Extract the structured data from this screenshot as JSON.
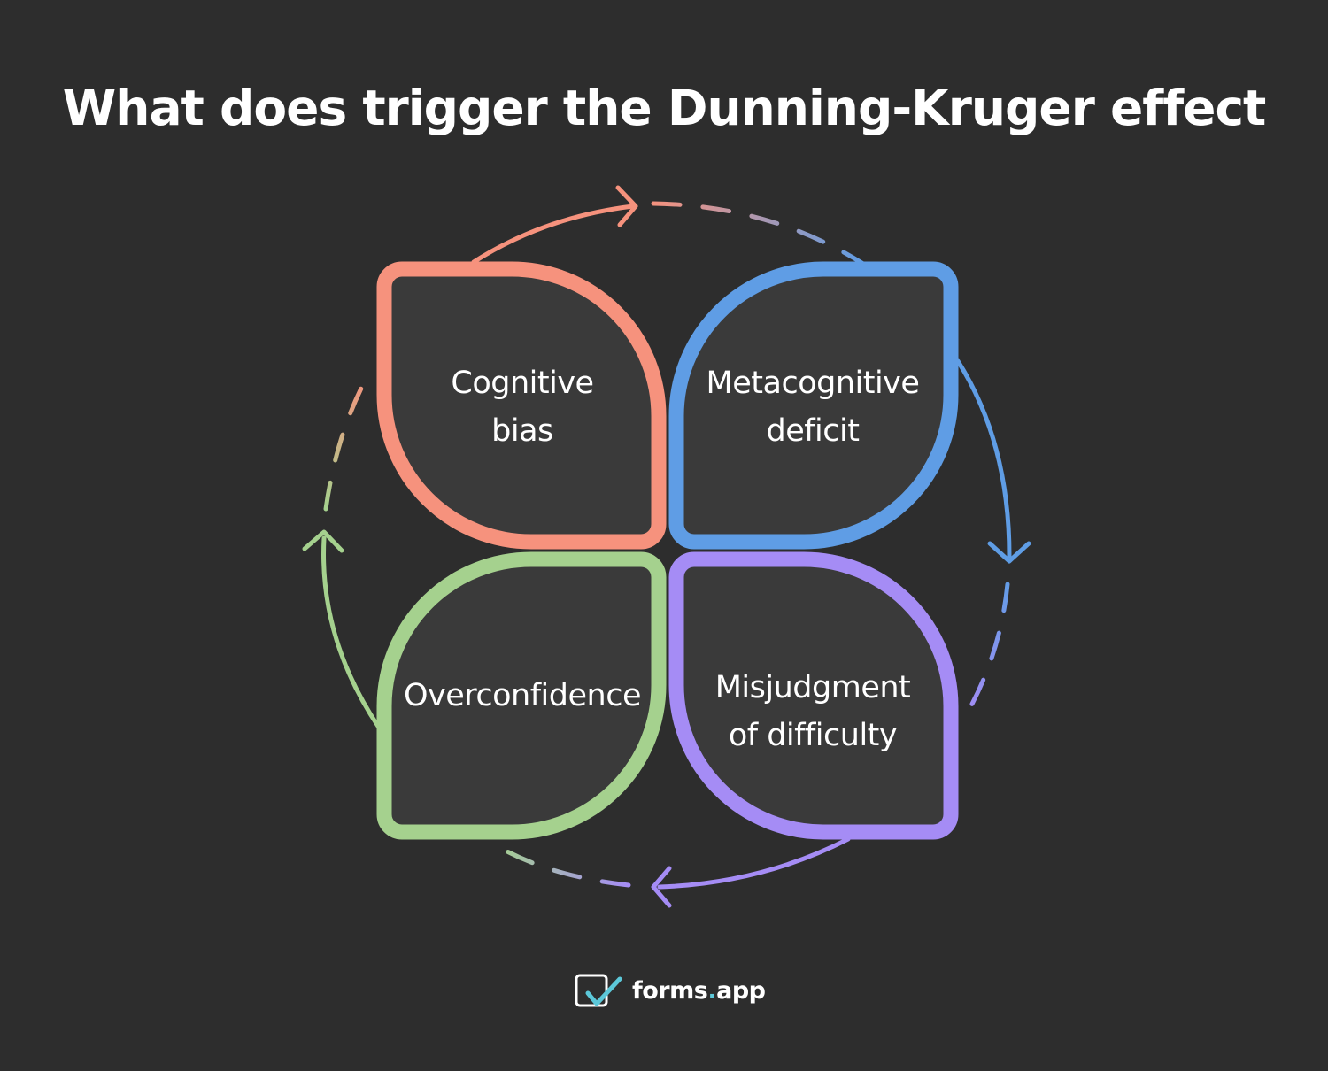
{
  "title": "What does trigger the Dunning-Kruger effect",
  "petals": [
    {
      "id": "top-left",
      "lines": [
        "Cognitive",
        "bias"
      ],
      "color": "#f6927d"
    },
    {
      "id": "top-right",
      "lines": [
        "Metacognitive",
        "deficit"
      ],
      "color": "#5f9de5"
    },
    {
      "id": "bottom-left",
      "lines": [
        "Overconfidence"
      ],
      "color": "#a5d18e"
    },
    {
      "id": "bottom-right",
      "lines": [
        "Misjudgment",
        "of difficulty"
      ],
      "color": "#a58cf5"
    }
  ],
  "cycle_arrows": [
    {
      "from": "Cognitive bias",
      "to": "Metacognitive deficit"
    },
    {
      "from": "Metacognitive deficit",
      "to": "Misjudgment of difficulty"
    },
    {
      "from": "Misjudgment of difficulty",
      "to": "Overconfidence"
    },
    {
      "from": "Overconfidence",
      "to": "Cognitive bias"
    }
  ],
  "brand": {
    "name": "forms",
    "dot": ".",
    "suffix": "app",
    "icon": "forms-app-logo-icon"
  },
  "colors": {
    "background": "#2d2d2d",
    "petal_fill": "#3a3a3a",
    "text": "#ffffff"
  }
}
